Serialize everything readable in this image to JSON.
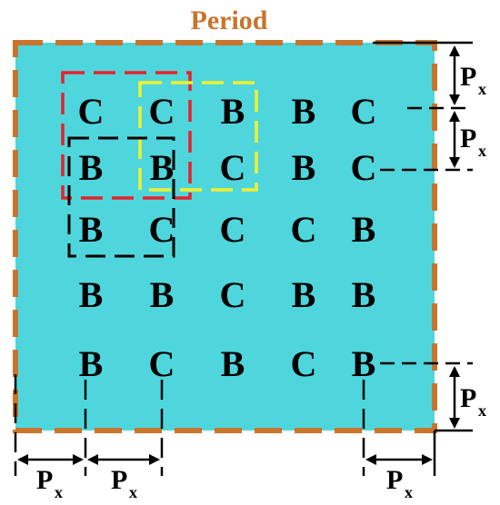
{
  "title": "Period",
  "colors": {
    "background_fill": "#4fd6dc",
    "period_border": "#c8742c",
    "title": "#c8742c",
    "red_window": "#e8202a",
    "yellow_window": "#f2f030",
    "black_window": "#000000",
    "dimension_lines": "#000000"
  },
  "grid": [
    [
      "C",
      "C",
      "B",
      "B",
      "C"
    ],
    [
      "B",
      "B",
      "C",
      "B",
      "C"
    ],
    [
      "B",
      "C",
      "C",
      "C",
      "B"
    ],
    [
      "B",
      "B",
      "C",
      "B",
      "B"
    ],
    [
      "B",
      "C",
      "B",
      "C",
      "B"
    ]
  ],
  "dimension_label": {
    "main": "P",
    "sub": "x"
  }
}
